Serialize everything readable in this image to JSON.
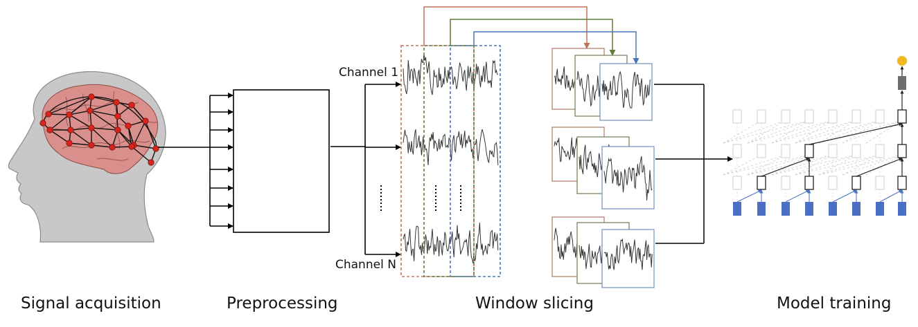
{
  "stages": {
    "signal_acquisition": "Signal acquisition",
    "preprocessing": "Preprocessing",
    "window_slicing": "Window slicing",
    "model_training": "Model training"
  },
  "channels": {
    "first": "Channel 1",
    "last": "Channel N"
  },
  "colors": {
    "window_1": "#c0735a",
    "window_2": "#5e7d3c",
    "window_3": "#4a74b8",
    "signal": "#333333",
    "head": "#c8c8c8",
    "brain": "#d9908c",
    "electrode": "#d9241e",
    "input_node": "#4a6fc4",
    "output_node": "#f2b824",
    "dense_node": "#6e6e6e"
  }
}
